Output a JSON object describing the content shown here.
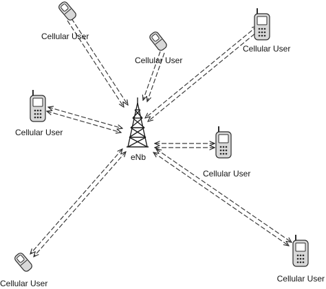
{
  "tower": {
    "label": "eNb",
    "icon": "cell-tower-icon"
  },
  "users": [
    {
      "label": "Cellular User",
      "icon": "flip-phone-icon"
    },
    {
      "label": "Cellular User",
      "icon": "flip-phone-icon"
    },
    {
      "label": "Cellular User",
      "icon": "mobile-phone-icon"
    },
    {
      "label": "Cellular User",
      "icon": "mobile-phone-icon"
    },
    {
      "label": "Cellular User",
      "icon": "mobile-phone-icon"
    },
    {
      "label": "Cellular User",
      "icon": "flip-phone-icon"
    },
    {
      "label": "Cellular User",
      "icon": "mobile-phone-icon"
    }
  ]
}
